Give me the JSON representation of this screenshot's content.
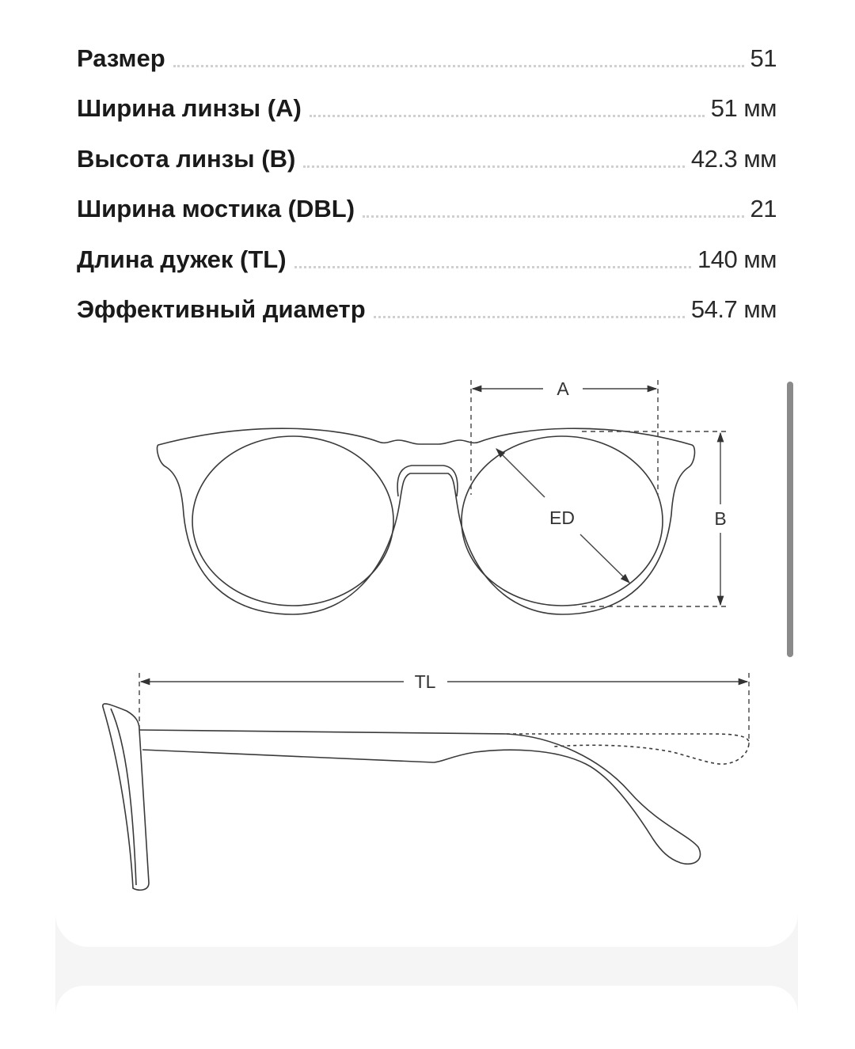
{
  "specs": [
    {
      "label": "Размер",
      "value": "51"
    },
    {
      "label": "Ширина линзы (A)",
      "value": "51 мм"
    },
    {
      "label": "Высота линзы (B)",
      "value": "42.3 мм"
    },
    {
      "label": "Ширина мостика (DBL)",
      "value": "21"
    },
    {
      "label": "Длина дужек (TL)",
      "value": "140 мм"
    },
    {
      "label": "Эффективный диаметр",
      "value": "54.7 мм"
    }
  ],
  "diagram": {
    "label_a": "A",
    "label_b": "B",
    "label_ed": "ED",
    "label_tl": "TL"
  },
  "colors": {
    "line": "#3a3a3a",
    "page_background": "#f5f5f5",
    "card": "#ffffff",
    "scrollbar": "#8a8a8a"
  }
}
